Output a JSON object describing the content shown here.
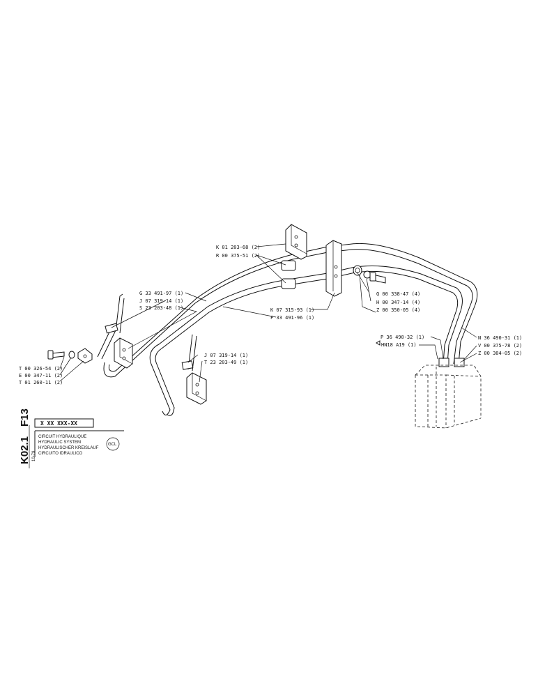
{
  "sheet": {
    "group_code": "F13",
    "page_code": "K02.1",
    "date": "10-79"
  },
  "title_block": {
    "part_number": "X XX XXX-XX",
    "title_fr": "CIRCUIT HYDRAULIQUE",
    "title_en": "HYDRAULIC SYSTEM",
    "title_de": "HYDRAULISCHER KREISLAUF",
    "title_it": "CIRCUITO IDRAULICO",
    "logo_text": "GCL"
  },
  "callouts": {
    "k01_203_68": "K 01 203-68 (2)",
    "r00_375_51": "R 00 375-51 (2)",
    "g33_491_97": "G 33 491-97 (1)",
    "j07_319_14_a": "J 07 319-14 (1)",
    "s23_203_48": "S 23 203-48 (1)",
    "k07_315_93": "K 07 315-93 (1)",
    "f33_491_96": "F 33 491-96 (1)",
    "q00_338_47": "Q 00 338-47 (4)",
    "h00_347_14": "H 00 347-14 (4)",
    "z00_350_05": "Z 00 350-05 (4)",
    "j07_319_14_b": "J 07 319-14 (1)",
    "t23_203_49": "T 23 203-49 (1)",
    "t00_326_54": "T 00 326-54 (2)",
    "e00_347_11": "E 00 347-11 (2)",
    "t01_260_11": "T 01 260-11 (2)",
    "p36_490_32": "P 36 490-32 (1)",
    "hn18_a19": "HN18 A19 (1)",
    "n36_490_31": "N 36 490-31 (1)",
    "v00_375_78": "V 00 375-78 (2)",
    "z00_304_05": "Z 00 304-05 (2)"
  }
}
